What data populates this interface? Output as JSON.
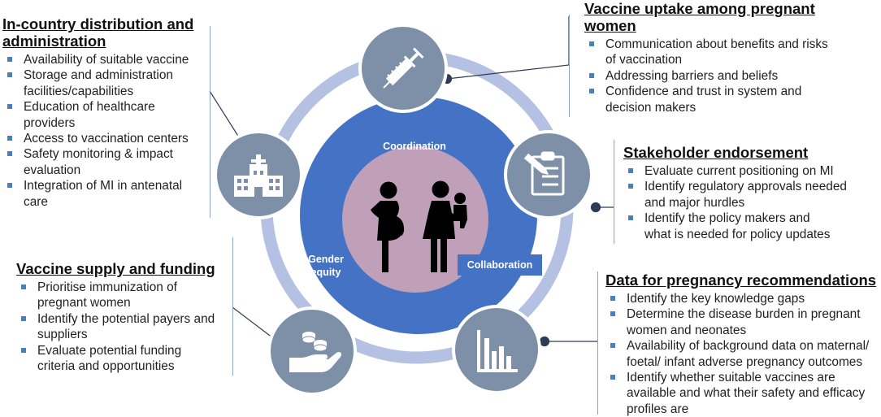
{
  "colors": {
    "ring": "#b4c1e2",
    "outer_circle": "#7e8fa8",
    "blue_circle": "#4472c4",
    "pink_circle": "#c0a0b9",
    "bullet": "#4b7fb8",
    "connector": "#2e3b57"
  },
  "center": {
    "coordination": "Coordination",
    "gender_equity_line1": "Gender",
    "gender_equity_line2": "equity",
    "collaboration": "Collaboration",
    "icon": "pregnant-woman-and-mother-with-child-icon"
  },
  "panels": {
    "distribution": {
      "title_line1": "In-country distribution and",
      "title_line2": "administration",
      "icon": "hospital-icon",
      "items": [
        [
          "Availability of suitable vaccine"
        ],
        [
          "Storage and administration",
          "facilities/capabilities"
        ],
        [
          "Education of healthcare",
          "providers"
        ],
        [
          "Access to vaccination centers"
        ],
        [
          "Safety monitoring & impact",
          "evaluation"
        ],
        [
          "Integration of MI in antenatal",
          "care"
        ]
      ]
    },
    "uptake": {
      "title_line1": "Vaccine uptake among pregnant",
      "title_line2": "women",
      "icon": "syringe-icon",
      "items": [
        [
          "Communication about benefits and risks",
          "of vaccination"
        ],
        [
          "Addressing barriers and beliefs"
        ],
        [
          "Confidence and trust in system and",
          "decision makers"
        ]
      ]
    },
    "endorsement": {
      "title_line1": "Stakeholder endorsement",
      "icon": "clipboard-pencil-icon",
      "items": [
        [
          "Evaluate current positioning on MI"
        ],
        [
          "Identify regulatory approvals needed",
          "and major hurdles"
        ],
        [
          "Identify the policy makers and",
          "what is needed for policy updates"
        ]
      ]
    },
    "supply": {
      "title_line1": "Vaccine supply and funding",
      "icon": "hand-with-coins-icon",
      "items": [
        [
          "Prioritise immunization of",
          "pregnant women"
        ],
        [
          "Identify the potential payers and",
          "suppliers"
        ],
        [
          "Evaluate potential funding",
          "criteria and opportunities"
        ]
      ]
    },
    "data": {
      "title_line1": "Data for pregnancy recommendations",
      "icon": "bar-chart-icon",
      "items": [
        [
          "Identify the key knowledge gaps"
        ],
        [
          "Determine the disease burden in pregnant",
          "women and neonates"
        ],
        [
          "Availability of background data on maternal/",
          "foetal/ infant adverse pregnancy outcomes"
        ],
        [
          "Identify whether suitable vaccines are",
          "available and what their safety and efficacy",
          "profiles are"
        ]
      ]
    }
  }
}
